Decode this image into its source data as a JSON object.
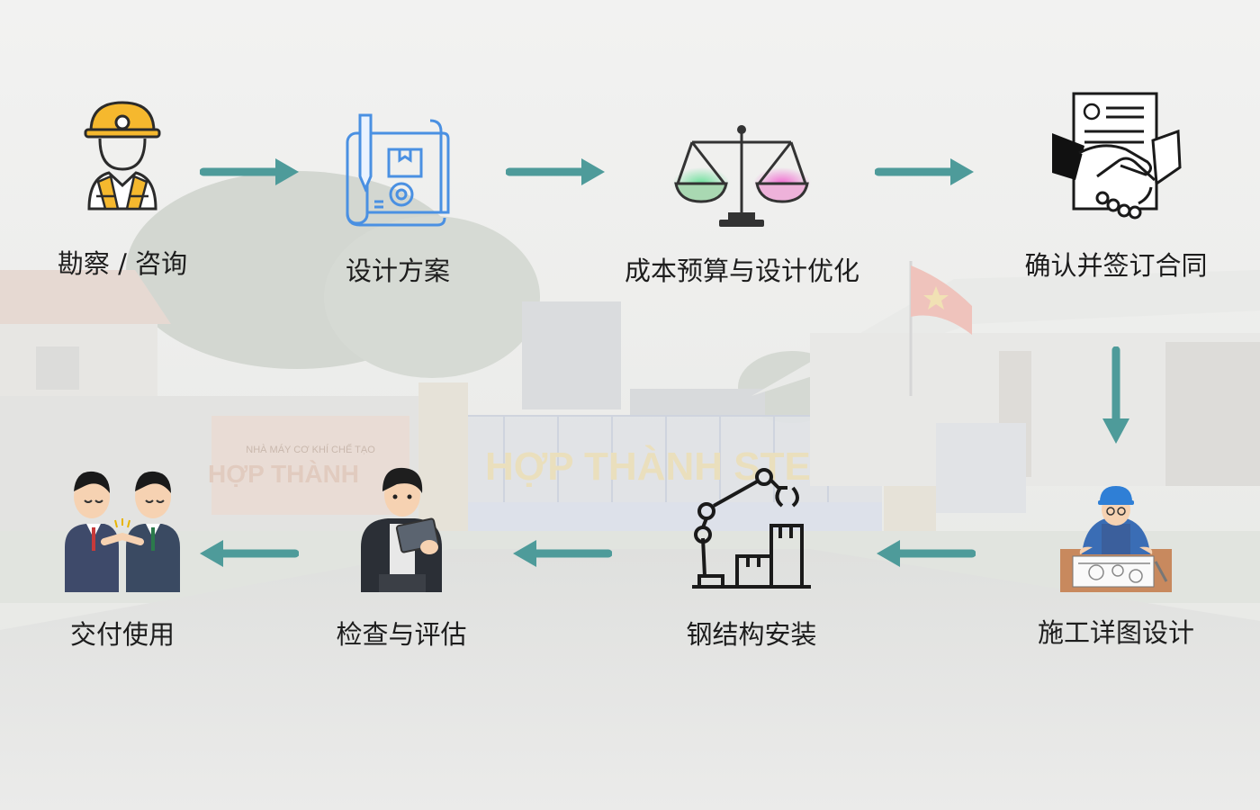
{
  "steps": [
    {
      "label": "勘察 / 咨询",
      "icon": "worker-hardhat-icon"
    },
    {
      "label": "设计方案",
      "icon": "blueprint-icon"
    },
    {
      "label": "成本预算与设计优化",
      "icon": "balance-scale-icon"
    },
    {
      "label": "确认并签订合同",
      "icon": "handshake-contract-icon"
    },
    {
      "label": "施工详图设计",
      "icon": "drafter-icon"
    },
    {
      "label": "钢结构安装",
      "icon": "robot-arm-icon"
    },
    {
      "label": "检查与评估",
      "icon": "inspector-tablet-icon"
    },
    {
      "label": "交付使用",
      "icon": "business-handshake-icon"
    }
  ],
  "background": {
    "gate_sign": "HỢP THÀNH STEEL",
    "board_line1": "NHÀ MÁY CƠ KHÍ CHẾ TẠO",
    "board_line2": "HỢP THÀNH"
  },
  "colors": {
    "arrow": "#4e9b9a",
    "label": "#1d1d1d",
    "blueprint": "#4a90e2",
    "hardhat": "#f5b82e"
  }
}
